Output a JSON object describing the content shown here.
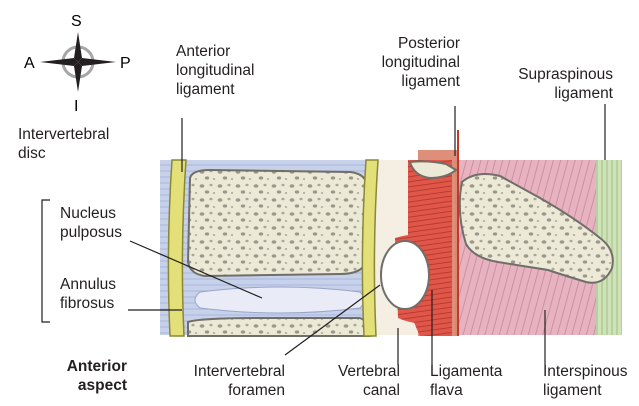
{
  "compass": {
    "superior": "S",
    "inferior": "I",
    "anterior": "A",
    "posterior": "P"
  },
  "labels": {
    "intervertebral_disc": [
      "Intervertebral",
      "disc"
    ],
    "nucleus_pulposus": [
      "Nucleus",
      "pulposus"
    ],
    "annulus_fibrosus": [
      "Annulus",
      "fibrosus"
    ],
    "anterior_aspect": [
      "Anterior",
      "aspect"
    ],
    "anterior_longitudinal_ligament": [
      "Anterior",
      "longitudinal",
      "ligament"
    ],
    "posterior_longitudinal_ligament": [
      "Posterior",
      "longitudinal",
      "ligament"
    ],
    "supraspinous_ligament": [
      "Supraspinous",
      "ligament"
    ],
    "intervertebral_foramen": [
      "Intervertebral",
      "foramen"
    ],
    "vertebral_canal": [
      "Vertebral",
      "canal"
    ],
    "ligamenta_flava": [
      "Ligamenta",
      "flava"
    ],
    "interspinous_ligament": [
      "Interspinous",
      "ligament"
    ]
  },
  "colors": {
    "bone_fill": "#ece9d6",
    "bone_outline": "#6f6e68",
    "disc_blue": "#c7d1ea",
    "anterior_ligament_yellow": "#e3e07a",
    "canal_cream": "#f4efe2",
    "ligamenta_flava_red": "#e0574a",
    "posterior_ligament_salmon": "#d9836c",
    "interspinous_pink": "#e7b3c0",
    "supraspinous_green": "#cfe2b8"
  }
}
